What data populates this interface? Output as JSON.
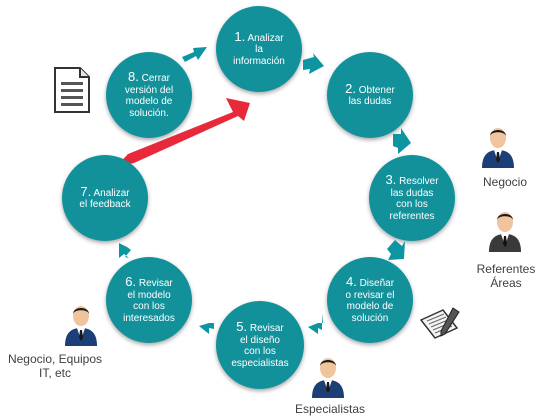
{
  "colors": {
    "step_fill": "#13919b",
    "arrow": "#0d95a1",
    "feedback_arrow": "#e8293a",
    "label_text": "#404040"
  },
  "steps": [
    {
      "number": "1.",
      "text": "Analizar\nla\ninformación"
    },
    {
      "number": "2.",
      "text": "Obtener\nlas dudas"
    },
    {
      "number": "3.",
      "text": "Resolver\nlas dudas\ncon los\nreferentes"
    },
    {
      "number": "4.",
      "text": "Diseñar\no revisar el\nmodelo de\nsolución"
    },
    {
      "number": "5.",
      "text": "Revisar\nel diseño\ncon los\nespecialistas"
    },
    {
      "number": "6.",
      "text": "Revisar\nel modelo\ncon los\ninteresados"
    },
    {
      "number": "7.",
      "text": "Analizar\nel feedback"
    },
    {
      "number": "8.",
      "text": "Cerrar\nversión del\nmodelo de\nsolución."
    }
  ],
  "roles": {
    "negocio": "Negocio",
    "referentes": "Referentes\nÁreas",
    "especialistas": "Especialistas",
    "negocio_equipos": "Negocio, Equipos\nIT, etc"
  },
  "icons": {
    "document": "document-icon",
    "pencil_paper": "pencil-paper-icon",
    "person": "businessman-icon"
  }
}
